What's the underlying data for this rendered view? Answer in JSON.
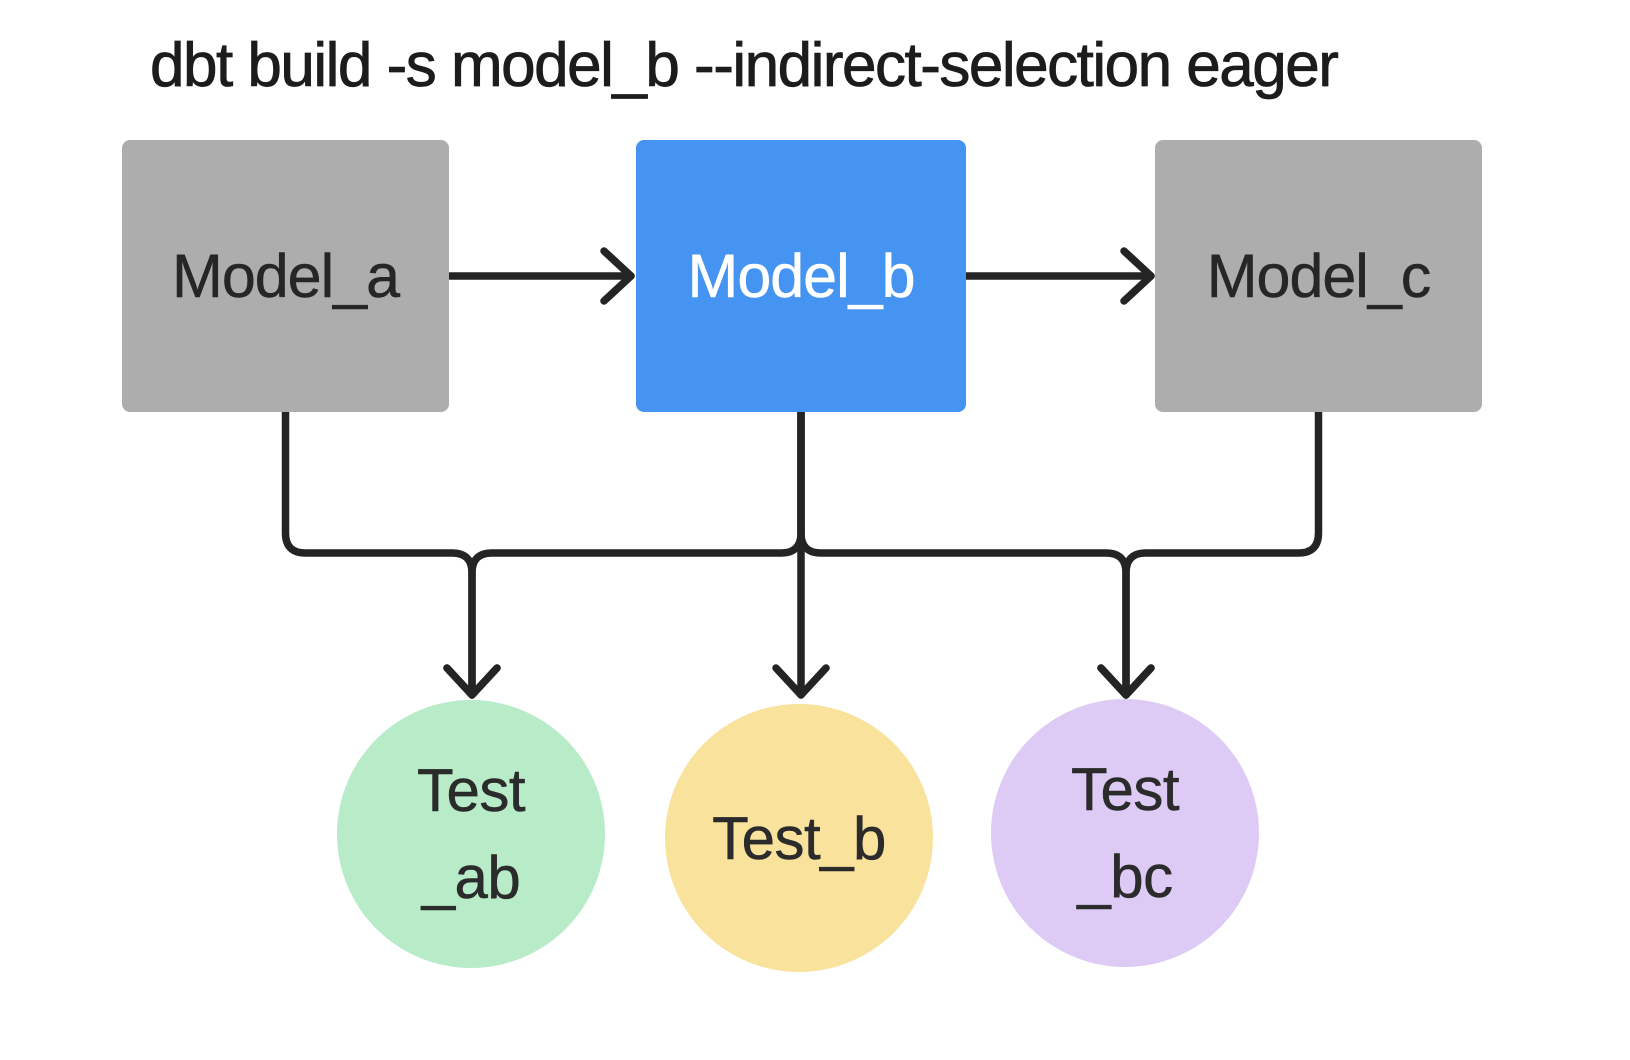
{
  "title": "dbt build -s model_b --indirect-selection eager",
  "colors": {
    "background": "#ffffff",
    "edge": "#242424",
    "title_text": "#1c1c1c"
  },
  "models": [
    {
      "label": "Model_a",
      "fill": "#adadad",
      "text_color": "#262626"
    },
    {
      "label": "Model_b",
      "fill": "#4694f1",
      "text_color": "#ffffff"
    },
    {
      "label": "Model_c",
      "fill": "#adadad",
      "text_color": "#262626"
    }
  ],
  "tests": [
    {
      "lines": [
        "Test",
        "_ab"
      ],
      "fill": "#b8ebc8",
      "text_color": "#2b2b2b"
    },
    {
      "lines": [
        "Test_b"
      ],
      "fill": "#f8e29c",
      "text_color": "#2b2b2b"
    },
    {
      "lines": [
        "Test",
        "_bc"
      ],
      "fill": "#ddcbf5",
      "text_color": "#2b2b2b"
    }
  ],
  "edges": [
    {
      "from": "Model_a",
      "to": "Model_b"
    },
    {
      "from": "Model_b",
      "to": "Model_c"
    },
    {
      "from": "Model_a",
      "to": "Test_ab"
    },
    {
      "from": "Model_b",
      "to": "Test_ab"
    },
    {
      "from": "Model_b",
      "to": "Test_b"
    },
    {
      "from": "Model_b",
      "to": "Test_bc"
    },
    {
      "from": "Model_c",
      "to": "Test_bc"
    }
  ]
}
